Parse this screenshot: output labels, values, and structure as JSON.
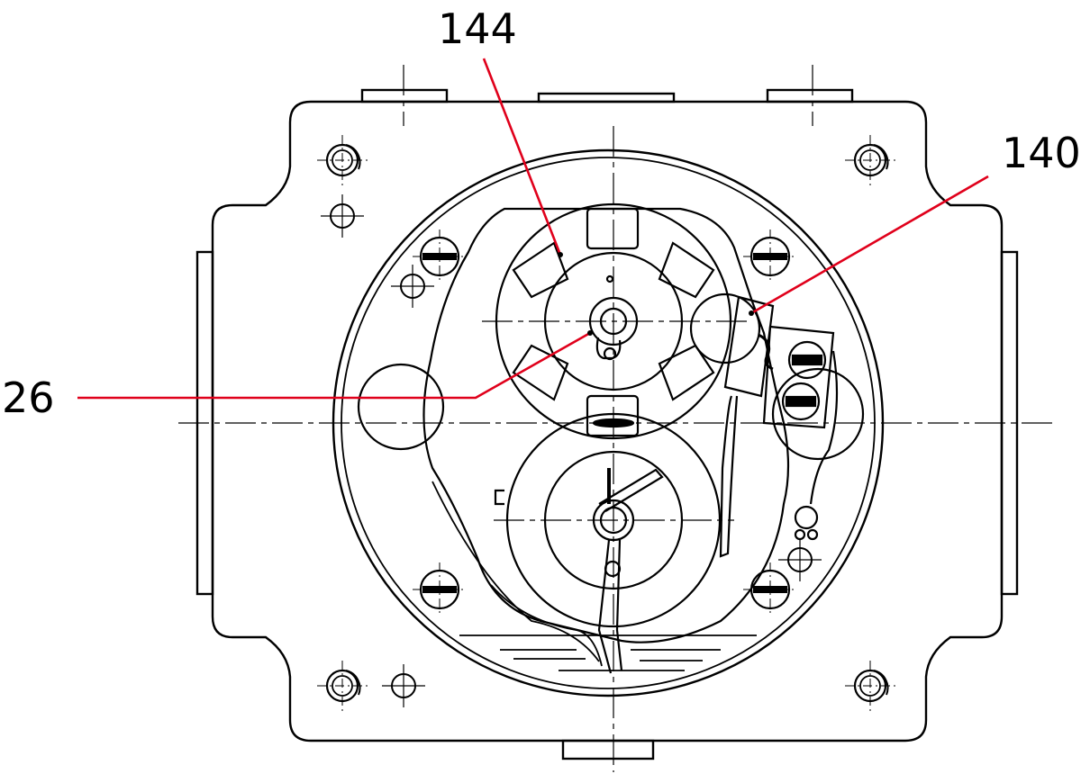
{
  "callouts": [
    {
      "id": "144",
      "label": "144"
    },
    {
      "id": "140",
      "label": "140"
    },
    {
      "id": "26",
      "label": "26"
    }
  ],
  "colors": {
    "line": "#000000",
    "leader": "#e0001b",
    "background": "#ffffff"
  }
}
